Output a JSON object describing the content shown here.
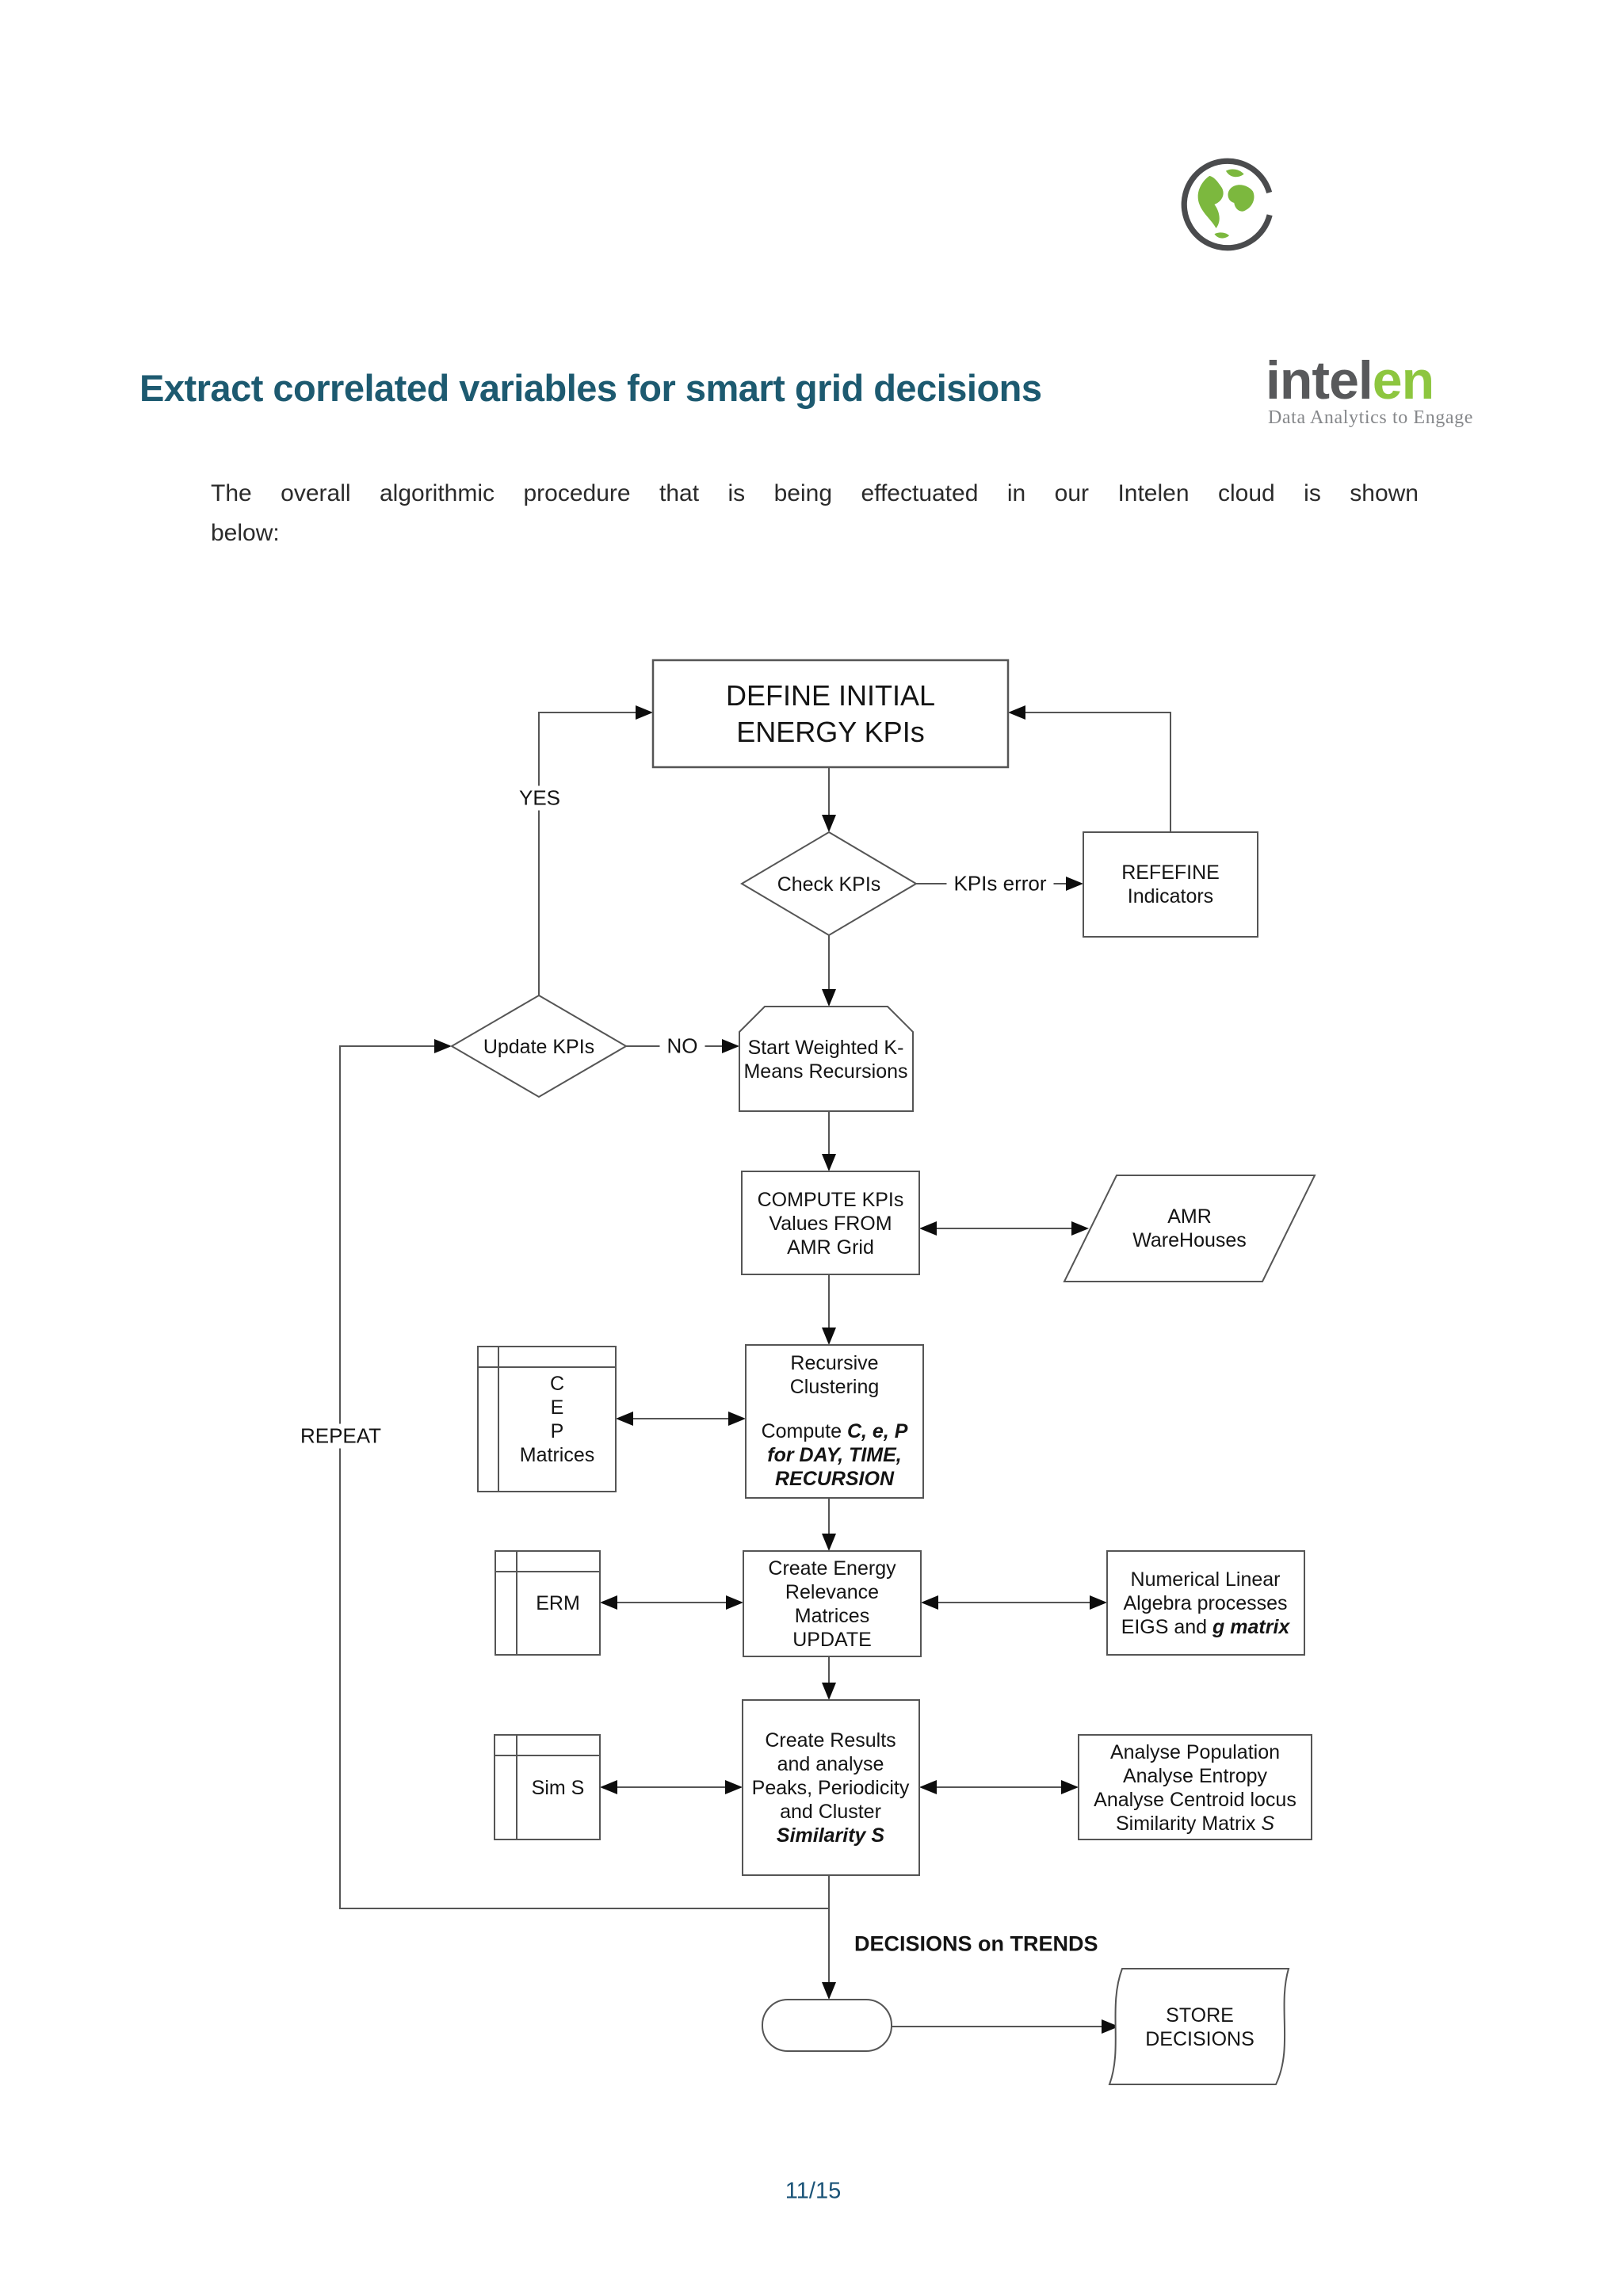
{
  "logo": {
    "word_dark": "intel",
    "word_green": "en",
    "tagline": "Data Analytics to Engage"
  },
  "heading": {
    "title": "Extract correlated variables for smart grid decisions"
  },
  "intro": {
    "line1": "The overall algorithmic procedure that is being effectuated in our Intelen cloud is shown",
    "line2": "below:"
  },
  "flow": {
    "define": {
      "l1": "DEFINE INITIAL",
      "l2": "ENERGY KPIs"
    },
    "check": {
      "l1": "Check KPIs"
    },
    "kpis_error": "KPIs error",
    "refefine": {
      "l1": "REFEFINE",
      "l2": "Indicators"
    },
    "yes": "YES",
    "no": "NO",
    "repeat": "REPEAT",
    "update": {
      "l1": "Update KPIs"
    },
    "start": {
      "l1": "Start Weighted K-",
      "l2": "Means Recursions"
    },
    "compute": {
      "l1": "COMPUTE KPIs",
      "l2": "Values FROM",
      "l3": "AMR Grid"
    },
    "amr": {
      "l1": "AMR",
      "l2": "WareHouses"
    },
    "cep": {
      "l1": "C",
      "l2": "E",
      "l3": "P",
      "l4": "Matrices"
    },
    "recursive": {
      "l1": "Recursive",
      "l2": "Clustering",
      "l3a": "Compute ",
      "l3b": "C, e, P",
      "l4": "for DAY, TIME,",
      "l5": "RECURSION"
    },
    "erm": {
      "l1": "ERM"
    },
    "create_energy": {
      "l1": "Create Energy",
      "l2": "Relevance",
      "l3": "Matrices",
      "l4": "UPDATE"
    },
    "numerical": {
      "l1": "Numerical Linear",
      "l2": "Algebra processes",
      "l3a": "EIGS and ",
      "l3b": "g matrix"
    },
    "sims": {
      "l1": "Sim S"
    },
    "create_results": {
      "l1": "Create Results",
      "l2": "and analyse",
      "l3": "Peaks, Periodicity",
      "l4": "and Cluster",
      "l5": "Similarity S"
    },
    "analyse": {
      "l1": "Analyse Population",
      "l2": "Analyse Entropy",
      "l3": "Analyse Centroid locus",
      "l4a": "Similarity Matrix ",
      "l4b": "S"
    },
    "decisions": "DECISIONS on TRENDS",
    "store": {
      "l1": "STORE",
      "l2": "DECISIONS"
    }
  },
  "page": {
    "number": "11/15"
  },
  "colors": {
    "title": "#1d5a70",
    "page_number": "#1a5377",
    "logo_gray": "#58595b",
    "logo_green": "#8dc63f",
    "line": "#555555",
    "arrowhead": "#0d0d0d"
  }
}
